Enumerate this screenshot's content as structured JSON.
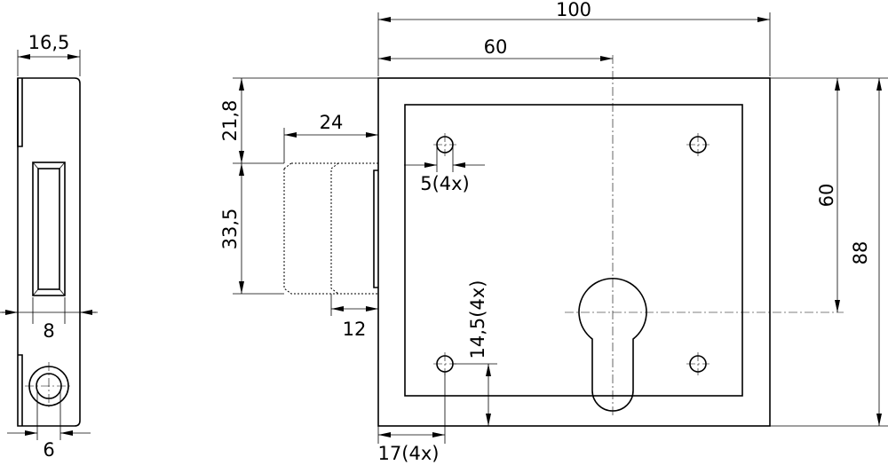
{
  "dimensions": {
    "side_width": "16,5",
    "slot_width": "8",
    "hole_diameter": "6",
    "top_offset": "21,8",
    "bolt_height": "33,5",
    "bolt_throw": "24",
    "bolt_depth": "12",
    "overall_width": "100",
    "backset": "60",
    "hole_size": "5(4x)",
    "hole_vertical_offset": "14,5(4x)",
    "hole_horizontal_offset": "17(4x)",
    "center_height": "60",
    "overall_height": "88"
  }
}
